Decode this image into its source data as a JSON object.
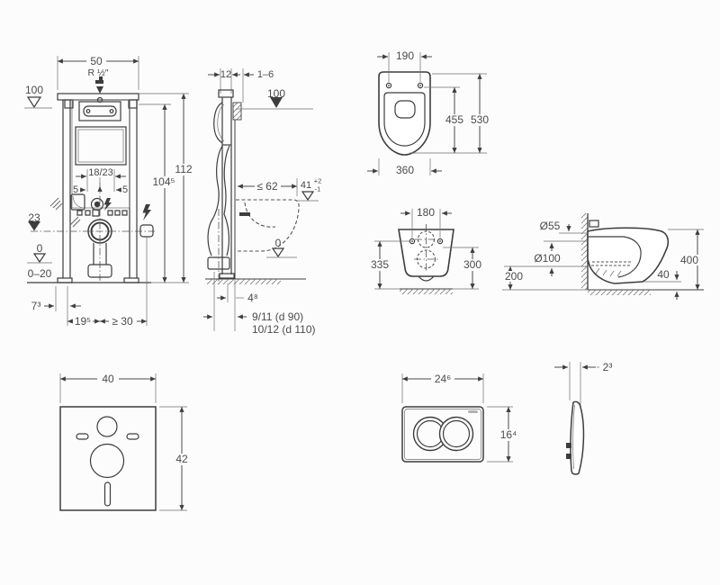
{
  "drawing": {
    "title": "wall-hung-toilet-installation-dimensions",
    "units": "cm / mm",
    "frame_front": {
      "width": "50",
      "thread": "R ½″",
      "supply_level": "100",
      "height_total": "112",
      "support_height": "104⁵",
      "flush_span": "18/23",
      "offset_left": "5",
      "offset_right": "5",
      "drain_level": "23",
      "floor_level": "0",
      "floor_range": "0–20",
      "front_offset": "7³",
      "drain_offset": "19⁵",
      "side_offset": "≥ 30"
    },
    "frame_side": {
      "depth": "12",
      "wall_gap": "1–6",
      "supply_level": "100",
      "max_depth": "≤ 62",
      "seat_height": "41",
      "seat_height_tol_plus": "+2",
      "seat_height_tol_minus": "-1",
      "floor_level": "0",
      "wall_offset": "4⁸",
      "outlet_option_1": "9/11 (d 90)",
      "outlet_option_2": "10/12 (d 110)"
    },
    "pan_top": {
      "hole_spacing": "190",
      "seat_depth": "455",
      "total_depth": "530",
      "width": "360"
    },
    "pan_back": {
      "hole_spacing": "180",
      "left_height": "335",
      "right_height": "300"
    },
    "pan_side": {
      "flush_diameter": "Ø55",
      "outlet_diameter": "Ø100",
      "outlet_height": "200",
      "gap": "40",
      "total_height": "400"
    },
    "mat": {
      "width": "40",
      "height": "42"
    },
    "plate_front": {
      "width": "24⁶",
      "height": "16⁴"
    },
    "plate_side": {
      "thickness": "2³"
    },
    "icons": {
      "lightning": "electrical-connection",
      "tap": "water-supply-connection",
      "filled_triangle": "level-marker-filled",
      "open_triangle": "level-marker-open"
    },
    "colors": {
      "line": "#3d3d3d",
      "text": "#4b4b4b",
      "background": "#fcfcfc"
    }
  }
}
